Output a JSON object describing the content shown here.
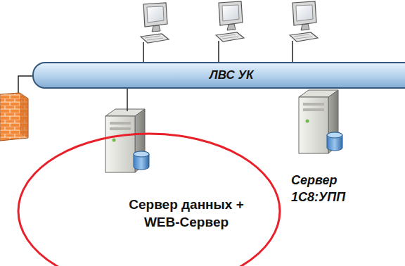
{
  "diagram": {
    "nodes": [
      {
        "text": [
          "ЛВС УК"
        ]
      },
      {
        "text": [
          "Сервер данных + WEB-Сервер"
        ]
      },
      {
        "text": [
          "Сервер 1С8:УПП"
        ]
      }
    ],
    "edges": [
      {
        "from": 0,
        "to": 1,
        "arrow": "none"
      }
    ]
  }
}
